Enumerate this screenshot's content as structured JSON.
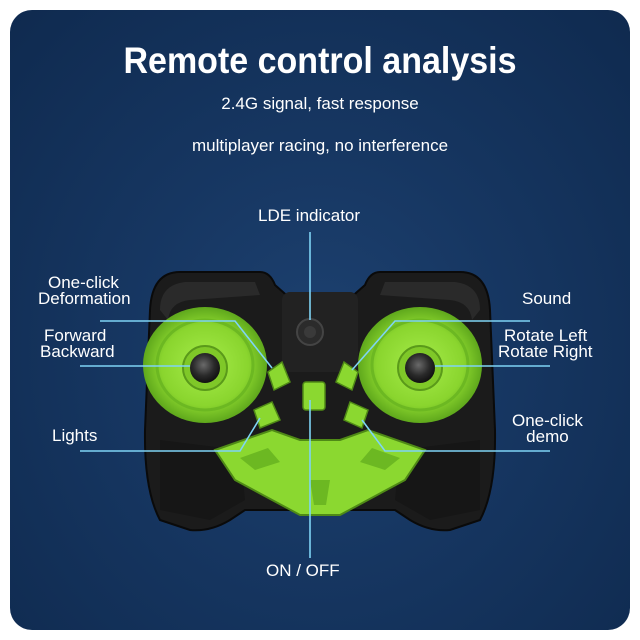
{
  "header": {
    "title": "Remote control analysis",
    "subtitle_1": "2.4G signal, fast response",
    "subtitle_2": "multiplayer racing, no interference"
  },
  "labels": {
    "led_indicator": "LDE indicator",
    "deformation_1": "One-click",
    "deformation_2": "Deformation",
    "forward": "Forward",
    "backward": "Backward",
    "lights": "Lights",
    "sound": "Sound",
    "rotate_left": "Rotate Left",
    "rotate_right": "Rotate Right",
    "demo_1": "One-click",
    "demo_2": "demo",
    "on_off": "ON / OFF"
  },
  "colors": {
    "background": "#163661",
    "accent_green": "#8bd830",
    "controller_body": "#1c1c1c",
    "leader_line": "#7fd4f5"
  }
}
